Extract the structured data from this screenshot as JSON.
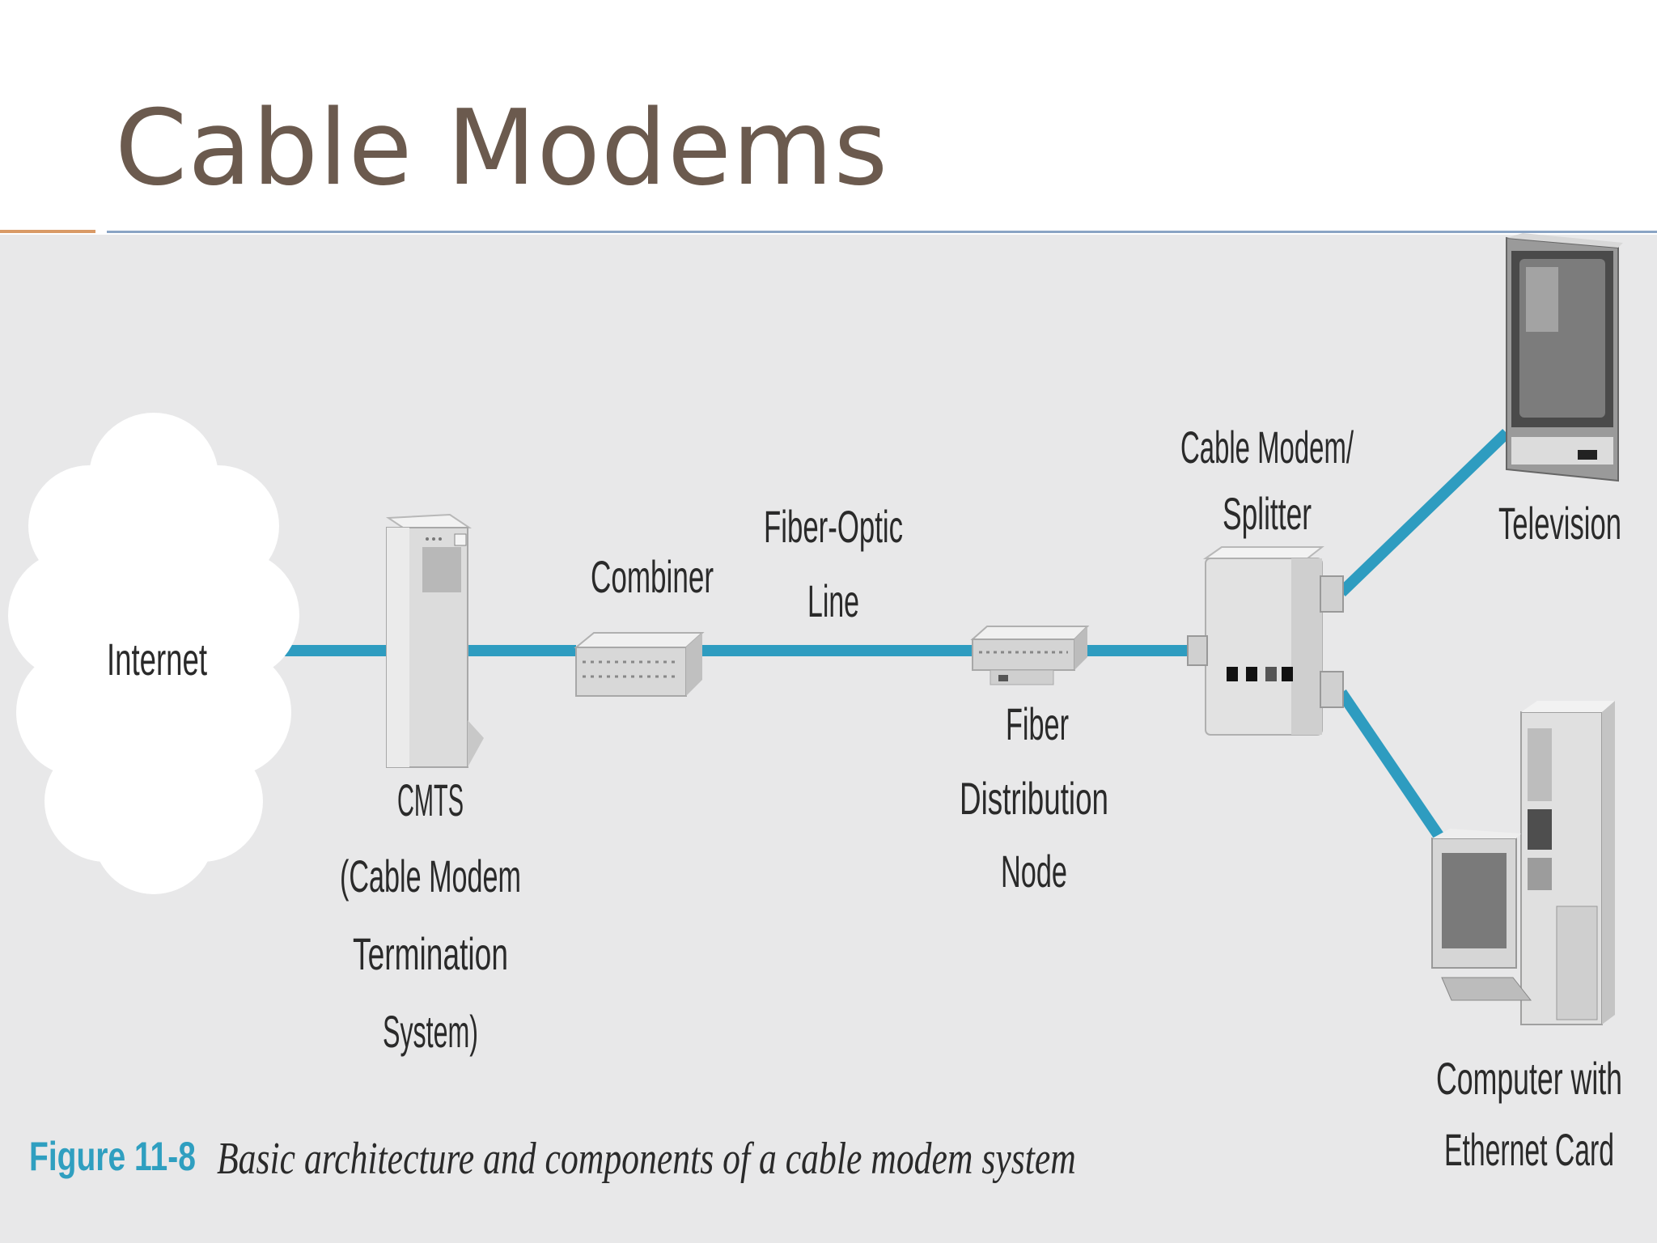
{
  "slide": {
    "title": "Cable Modems"
  },
  "diagram": {
    "labels": {
      "internet": "Internet",
      "cmts_1": "CMTS",
      "cmts_2": "(Cable Modem",
      "cmts_3": "Termination",
      "cmts_4": "System)",
      "combiner": "Combiner",
      "fiber_line_1": "Fiber-Optic",
      "fiber_line_2": "Line",
      "fdn_1": "Fiber",
      "fdn_2": "Distribution",
      "fdn_3": "Node",
      "modem_1": "Cable Modem/",
      "modem_2": "Splitter",
      "tv": "Television",
      "pc_1": "Computer with",
      "pc_2": "Ethernet Card"
    },
    "colors": {
      "cable": "#2e9cc0",
      "title": "#6b5a4e",
      "figure_label": "#2f9fc0"
    }
  },
  "caption": {
    "figure": "Figure 11-8",
    "text": "Basic architecture and components of a cable modem system"
  }
}
